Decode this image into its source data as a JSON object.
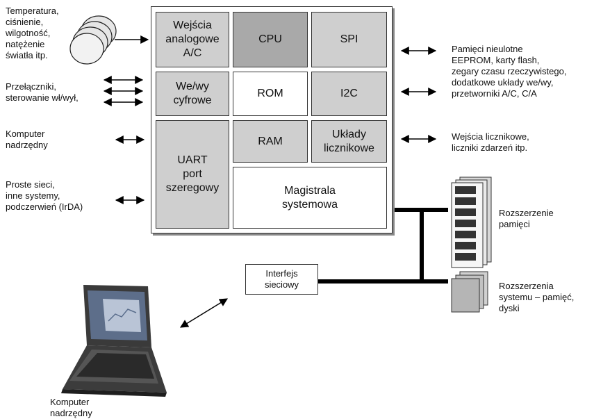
{
  "inputs": {
    "sensors": "Temperatura,\nciśnienie,\nwilgotność,\nnatężenie\nświatła itp.",
    "switches": "Przełączniki,\nsterowanie wł/wył,",
    "host_computer": "Komputer\nnadrzędny",
    "networks": "Proste sieci,\ninne systemy,\npodczerwień (IrDA)"
  },
  "blocks": {
    "adc": "Wejścia\nanalogowe\nA/C",
    "cpu": "CPU",
    "spi": "SPI",
    "digital_io": "We/wy\ncyfrowe",
    "rom": "ROM",
    "i2c": "I2C",
    "uart": "UART\nport\nszeregowy",
    "ram": "RAM",
    "counters": "Układy\nlicznikowe",
    "bus": "Magistrala\nsystemowa"
  },
  "outputs": {
    "memories": "Pamięci nieulotne\nEEPROM, karty flash,\nzegary czasu rzeczywistego,\ndodatkowe układy we/wy,\nprzetworniki A/C, C/A",
    "counter_inputs": "Wejścia licznikowe,\nliczniki zdarzeń itp."
  },
  "expansion": {
    "memory": "Rozszerzenie\npamięci",
    "system": "Rozszerzenia\nsystemu – pamięć,\ndyski"
  },
  "network_interface": "Interfejs\nsieciowy",
  "laptop_label": "Komputer\nnadrzędny"
}
